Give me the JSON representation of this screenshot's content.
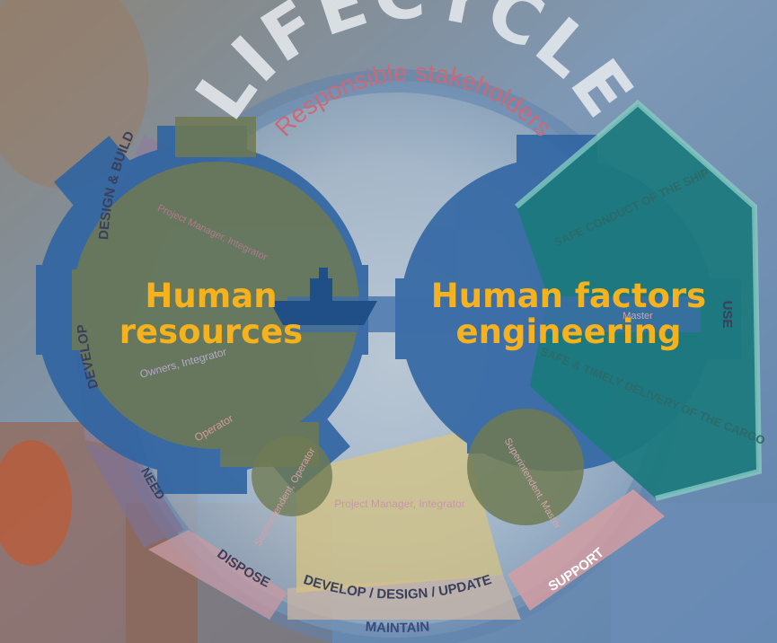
{
  "ring": {
    "title": "LIFECYCLE",
    "subtitle": "Responsible stakeholders"
  },
  "phases": {
    "design_build": "DESIGN & BUILD",
    "develop": "DEVELOP",
    "need": "NEED",
    "dispose": "DISPOSE",
    "develop_design_update": "DEVELOP / DESIGN / UPDATE",
    "maintain": "MAINTAIN",
    "support": "SUPPORT",
    "use": "USE"
  },
  "stakeholders": {
    "project_manager_integrator": "Project Manager, Integrator",
    "owners_integrator": "Owners, Integrator",
    "operator": "Operator",
    "superintendent_operator": "Superintendent, Operator",
    "project_manager_integrator_bottom": "Project Manager, Integrator",
    "superintendent_master": "Superintendent, Master",
    "master": "Master"
  },
  "goals": {
    "safe_conduct": "SAFE CONDUCT OF THE SHIP",
    "safe_delivery": "SAFE & TIMELY DELIVERY OF THE CARGO"
  },
  "gears": {
    "left_label": "Human resources",
    "right_label": "Human factors engineering"
  },
  "colors": {
    "background": "#5d7ea5",
    "gear_blue": "#2f64a2",
    "gear_olive": "#6f7a52",
    "gear_teal": "#1b7a7d",
    "accent_orange": "#f5b21d",
    "ring_pink": "#d9a0a6"
  }
}
